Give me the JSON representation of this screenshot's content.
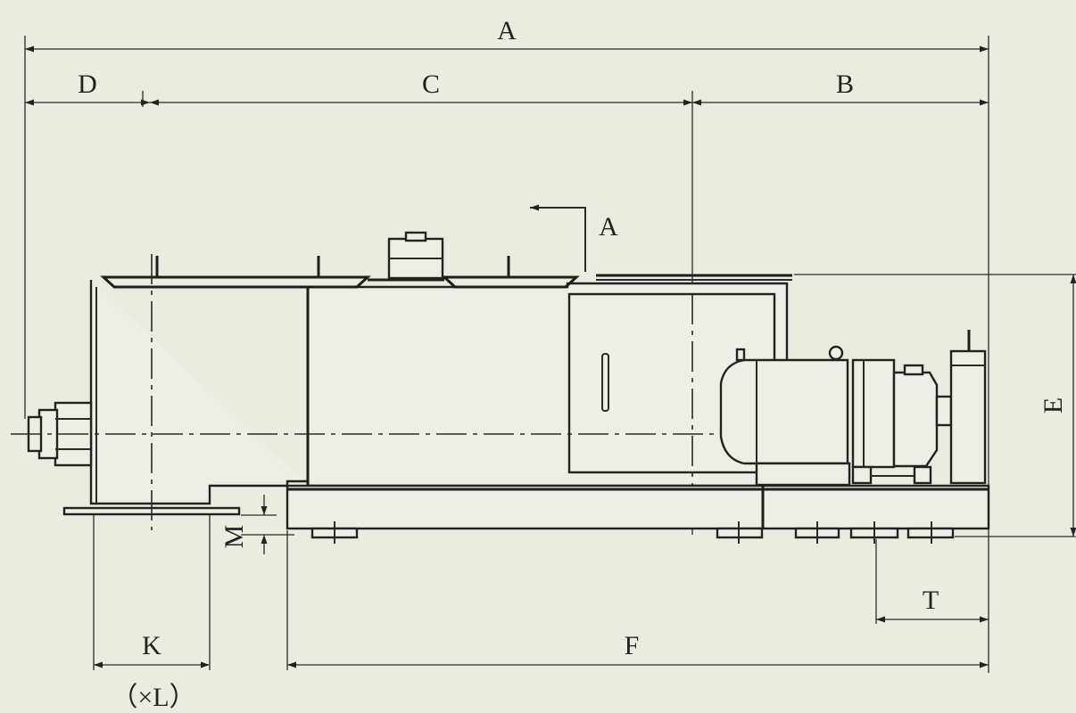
{
  "dimension_labels": {
    "overall_length": "A",
    "right_section": "B",
    "middle_section": "C",
    "left_section": "D",
    "height": "E",
    "base_length": "F",
    "outlet_width": "K",
    "outlet_note": "（×L）",
    "base_thickness": "M",
    "motor_offset": "T"
  },
  "section_view": {
    "label": "A"
  },
  "colors": {
    "background": "#ecebe0",
    "line": "#222222"
  }
}
